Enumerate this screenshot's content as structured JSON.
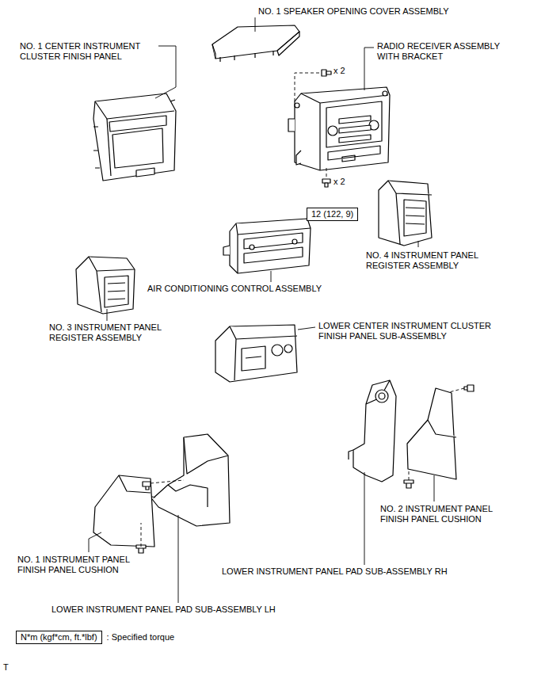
{
  "diagram": {
    "nodes": [
      {
        "text": [
          "12 (122, 9)"
        ]
      },
      {
        "text": [
          "N*m (kgf*cm, ft.*lbf)",
          ": Specified torque"
        ]
      }
    ],
    "labels": [
      "NO. 1 SPEAKER OPENING COVER ASSEMBLY",
      "NO. 1 CENTER INSTRUMENT CLUSTER FINISH PANEL",
      "RADIO RECEIVER ASSEMBLY WITH BRACKET",
      "x 2",
      "x 2",
      "NO. 4 INSTRUMENT PANEL REGISTER ASSEMBLY",
      "AIR CONDITIONING CONTROL ASSEMBLY",
      "NO. 3 INSTRUMENT PANEL REGISTER ASSEMBLY",
      "LOWER CENTER INSTRUMENT CLUSTER FINISH PANEL SUB-ASSEMBLY",
      "NO. 2 INSTRUMENT PANEL FINISH PANEL CUSHION",
      "NO. 1 INSTRUMENT PANEL FINISH PANEL CUSHION",
      "LOWER INSTRUMENT PANEL PAD SUB-ASSEMBLY RH",
      "LOWER INSTRUMENT PANEL PAD SUB-ASSEMBLY LH",
      "T"
    ]
  }
}
